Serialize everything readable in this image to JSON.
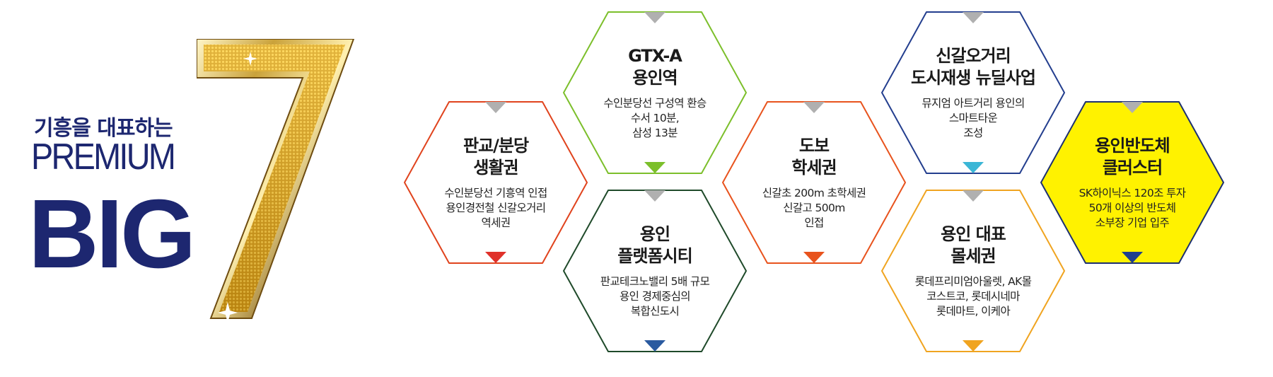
{
  "title": {
    "headline": "기흥을 대표하는",
    "premium": "PREMIUM",
    "big": "BIG",
    "number": "7"
  },
  "colors": {
    "navy": "#1d2770",
    "gold": "#d9a21e",
    "grey_marker": "#b0b0b0"
  },
  "hexes": [
    {
      "title": "판교/분당\n생활권",
      "desc": "수인분당선 기흥역 인접\n용인경전철 신갈오거리\n역세권",
      "border": "#e0431d",
      "fill": "#ffffff",
      "bottom_marker": "#e0312a"
    },
    {
      "title": "GTX-A\n용인역",
      "desc": "수인분당선 구성역 환승\n수서 10분,\n삼성 13분",
      "border": "#7cbf2b",
      "fill": "#ffffff",
      "bottom_marker": "#7cbf2b"
    },
    {
      "title": "용인\n플랫폼시티",
      "desc": "판교테크노밸리 5배 규모\n용인 경제중심의\n복합신도시",
      "border": "#1f4a2a",
      "fill": "#ffffff",
      "bottom_marker": "#2a5aa0"
    },
    {
      "title": "도보\n학세권",
      "desc": "신갈초 200m 초학세권\n신갈고 500m\n인접",
      "border": "#e8531d",
      "fill": "#ffffff",
      "bottom_marker": "#e8531d"
    },
    {
      "title": "신갈오거리\n도시재생 뉴딜사업",
      "desc": "뮤지엄 아트거리 용인의\n스마트타운\n조성",
      "border": "#233e8e",
      "fill": "#ffffff",
      "bottom_marker": "#3bb6d6"
    },
    {
      "title": "용인 대표\n몰세권",
      "desc": "롯데프리미엄아울렛, AK몰\n코스트코, 롯데시네마\n롯데마트, 이케아",
      "border": "#f0a420",
      "fill": "#ffffff",
      "bottom_marker": "#f0a420"
    },
    {
      "title": "용인반도체\n클러스터",
      "desc": "SK하이닉스 120조 투자\n50개 이상의 반도체\n소부장 기업 입주",
      "border": "#1d3070",
      "fill": "#fff200",
      "bottom_marker": "#1d3f8e"
    }
  ]
}
